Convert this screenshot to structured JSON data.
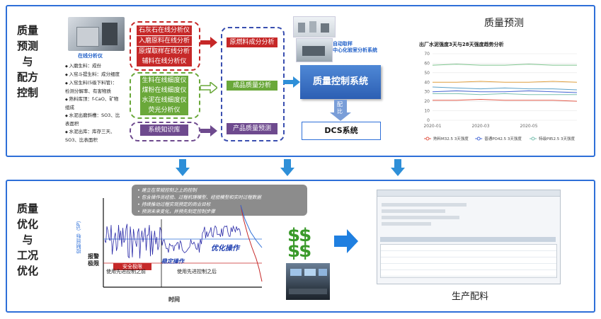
{
  "top": {
    "side_title": [
      "质量",
      "预测",
      "与",
      "配方",
      "控制"
    ],
    "analyzer_label": "在线分析仪",
    "bullets": [
      "入磨生料：成份",
      "入窑斗提生料：成分细度",
      "入窑生料(5级下料管)：检测分解率、有害物质",
      "熟料库顶：f-CaO、矿物组成",
      "水泥出磨斜槽：SO3、比表面积",
      "水泥出库：库存三天、SO3、比表面积"
    ],
    "red_group": [
      "石灰石在线分析仪",
      "入磨原料在线分析仪",
      "原煤取样在线分析仪",
      "辅料在线分析仪"
    ],
    "green_group": [
      "生料在线细度仪",
      "煤粉在线细度仪",
      "水泥在线细度仪",
      "荧光分析仪"
    ],
    "knowledge_box": "系统知识库",
    "mid_red": "原燃料成分分析",
    "mid_green": "成品质量分析",
    "mid_purple": "产品质量预测",
    "auto_sampling_1": "自动取样",
    "auto_sampling_2": "中心化验室分析系统",
    "qcs": "质量控制系统",
    "peibi": "配比",
    "dcs": "DCS系统",
    "forecast_title": "质量预测",
    "chart_title": "出厂水泥强度3天与28天强度趋势分析"
  },
  "chart_data": {
    "type": "line",
    "title": "出厂水泥强度3天与28天强度趋势分析",
    "x": [
      "2020-01",
      "2020-02",
      "2020-03",
      "2020-04",
      "2020-05",
      "2020-06",
      "2020-07"
    ],
    "x_tick_labels": [
      "2020-01",
      "2020-03",
      "2020-05"
    ],
    "ylim": [
      0,
      70
    ],
    "y_ticks": [
      0,
      10,
      20,
      30,
      40,
      50,
      60,
      70
    ],
    "series": [
      {
        "name": "熟料M32.5 3天强度",
        "color": "#e25a4a",
        "values": [
          21,
          21,
          22,
          21,
          21,
          21,
          20
        ]
      },
      {
        "name": "普通PO42.5 3天强度",
        "color": "#4a6bd8",
        "values": [
          30,
          31,
          30,
          30,
          31,
          30,
          29
        ]
      },
      {
        "name": "",
        "color": "#5aa0c8",
        "values": [
          35,
          34,
          33,
          34,
          33,
          33,
          32
        ]
      },
      {
        "name": "",
        "color": "#e0a040",
        "values": [
          40,
          40,
          41,
          40,
          40,
          41,
          40
        ]
      },
      {
        "name": "",
        "color": "#7ac08a",
        "values": [
          58,
          59,
          58,
          58,
          59,
          58,
          58
        ]
      },
      {
        "name": "特级PⅡ52.5 3天强度",
        "color": "#7ac0b0",
        "values": [
          28,
          28,
          27,
          28,
          27,
          27,
          27
        ]
      }
    ],
    "legend_position": "bottom"
  },
  "bottom": {
    "side_title": [
      "质量",
      "优化",
      "与",
      "工况",
      "优化"
    ],
    "notes": [
      "建立在常规控制之上的控制",
      "包含操作员经验、过程机理模型、经验模型和实时过程数据",
      "持续推动过程实现预定的商业目标",
      "预测未来变化，并预先制定控制步骤"
    ],
    "sp_label": "控制目标（SP）",
    "alarm": "报警极限",
    "safe_limit": "安全极限",
    "stable": "稳定操作",
    "optimize": "优化操作",
    "before": "使用先进控制之前",
    "after": "使用先进控制之后",
    "time": "时间",
    "production_label": "生产配料"
  }
}
